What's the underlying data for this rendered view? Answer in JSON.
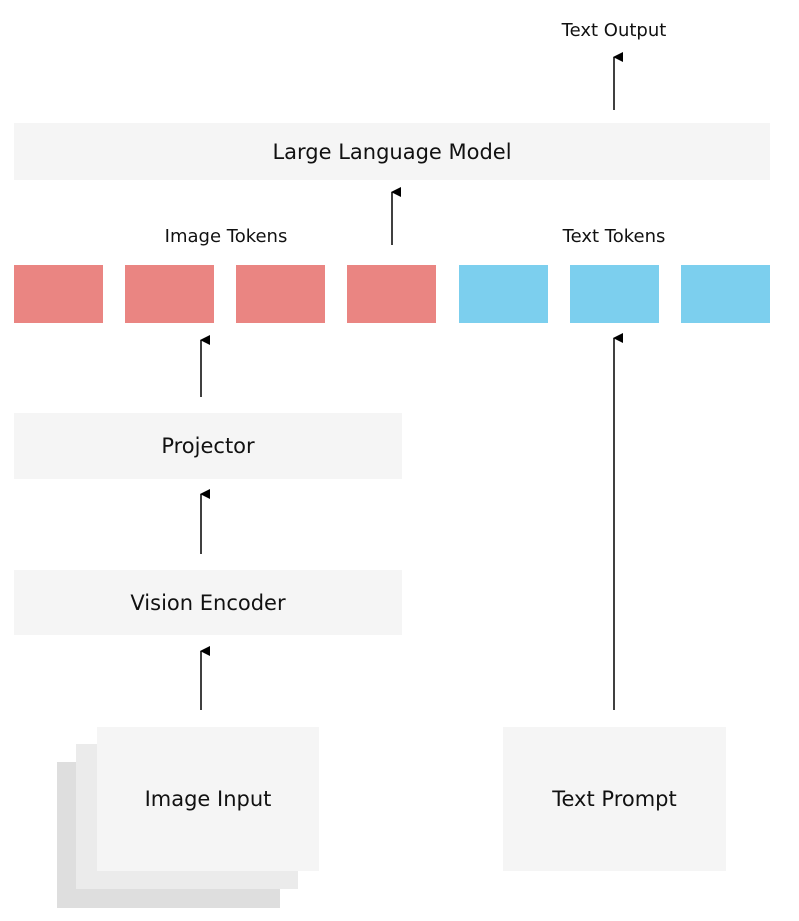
{
  "text_output": "Text Output",
  "llm": {
    "label": "Large Language Model"
  },
  "image_tokens": {
    "label": "Image Tokens",
    "count": 4
  },
  "text_tokens": {
    "label": "Text Tokens",
    "count": 3
  },
  "projector": {
    "label": "Projector"
  },
  "vision_encoder": {
    "label": "Vision Encoder"
  },
  "image_input": {
    "label": "Image Input"
  },
  "text_prompt": {
    "label": "Text Prompt"
  },
  "colors": {
    "image_token": "#ea8582",
    "text_token": "#7ccfee",
    "box": "#f5f5f5",
    "stack_back": "#dedede",
    "stack_mid": "#ebebeb",
    "arrow": "#000000"
  }
}
